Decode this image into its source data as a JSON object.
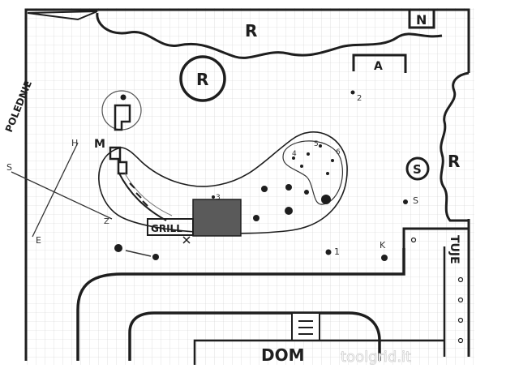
{
  "labels": {
    "compass_letter": "N",
    "region_top": "R",
    "region_circle": "R",
    "region_right": "R",
    "area_a": "A",
    "point_2": "2",
    "point_3": "3",
    "point_4": "4",
    "point_5": "5",
    "point_6": "6",
    "point_1": "1",
    "point_k": "K",
    "point_s_small": "S",
    "s_circle": "S",
    "m_label": "M",
    "grill": "GRILL",
    "polednie": "POLEDNIE",
    "tuje": "TUJE",
    "dom": "DOM",
    "axis_s": "S",
    "axis_h": "H",
    "axis_e": "E",
    "axis_z": "Z",
    "watermark": "toolgrid.it"
  },
  "colors": {
    "ink": "#1e1e1e",
    "grid": "#cfcfcf",
    "paper": "#ffffff",
    "block": "#5a5a5a"
  }
}
